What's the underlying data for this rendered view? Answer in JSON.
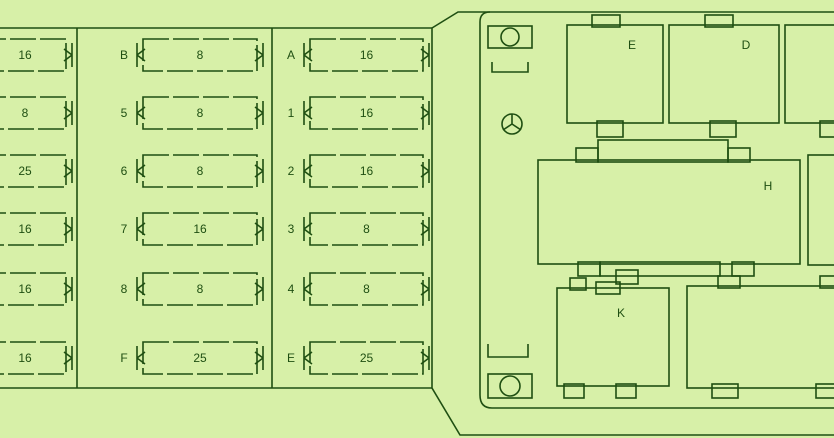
{
  "fuse_columns": [
    {
      "id": "left",
      "slots": [
        {
          "id": "",
          "rating": "16"
        },
        {
          "id": "",
          "rating": "8"
        },
        {
          "id": "",
          "rating": "25"
        },
        {
          "id": "",
          "rating": "16"
        },
        {
          "id": "",
          "rating": "16"
        },
        {
          "id": "",
          "rating": "16"
        }
      ]
    },
    {
      "id": "middle",
      "slots": [
        {
          "id": "B",
          "rating": "8"
        },
        {
          "id": "5",
          "rating": "8"
        },
        {
          "id": "6",
          "rating": "8"
        },
        {
          "id": "7",
          "rating": "16"
        },
        {
          "id": "8",
          "rating": "8"
        },
        {
          "id": "F",
          "rating": "25"
        }
      ]
    },
    {
      "id": "right",
      "slots": [
        {
          "id": "A",
          "rating": "16"
        },
        {
          "id": "1",
          "rating": "16"
        },
        {
          "id": "2",
          "rating": "16"
        },
        {
          "id": "3",
          "rating": "8"
        },
        {
          "id": "4",
          "rating": "8"
        },
        {
          "id": "E",
          "rating": "25"
        }
      ]
    }
  ],
  "relays": {
    "E": "E",
    "D": "D",
    "H": "H",
    "K": "K"
  },
  "colors": {
    "background": "#d7f0a8",
    "line": "#1f4f12"
  },
  "icons": [
    "star-icon",
    "clip-icon",
    "mount-hole-icon"
  ]
}
